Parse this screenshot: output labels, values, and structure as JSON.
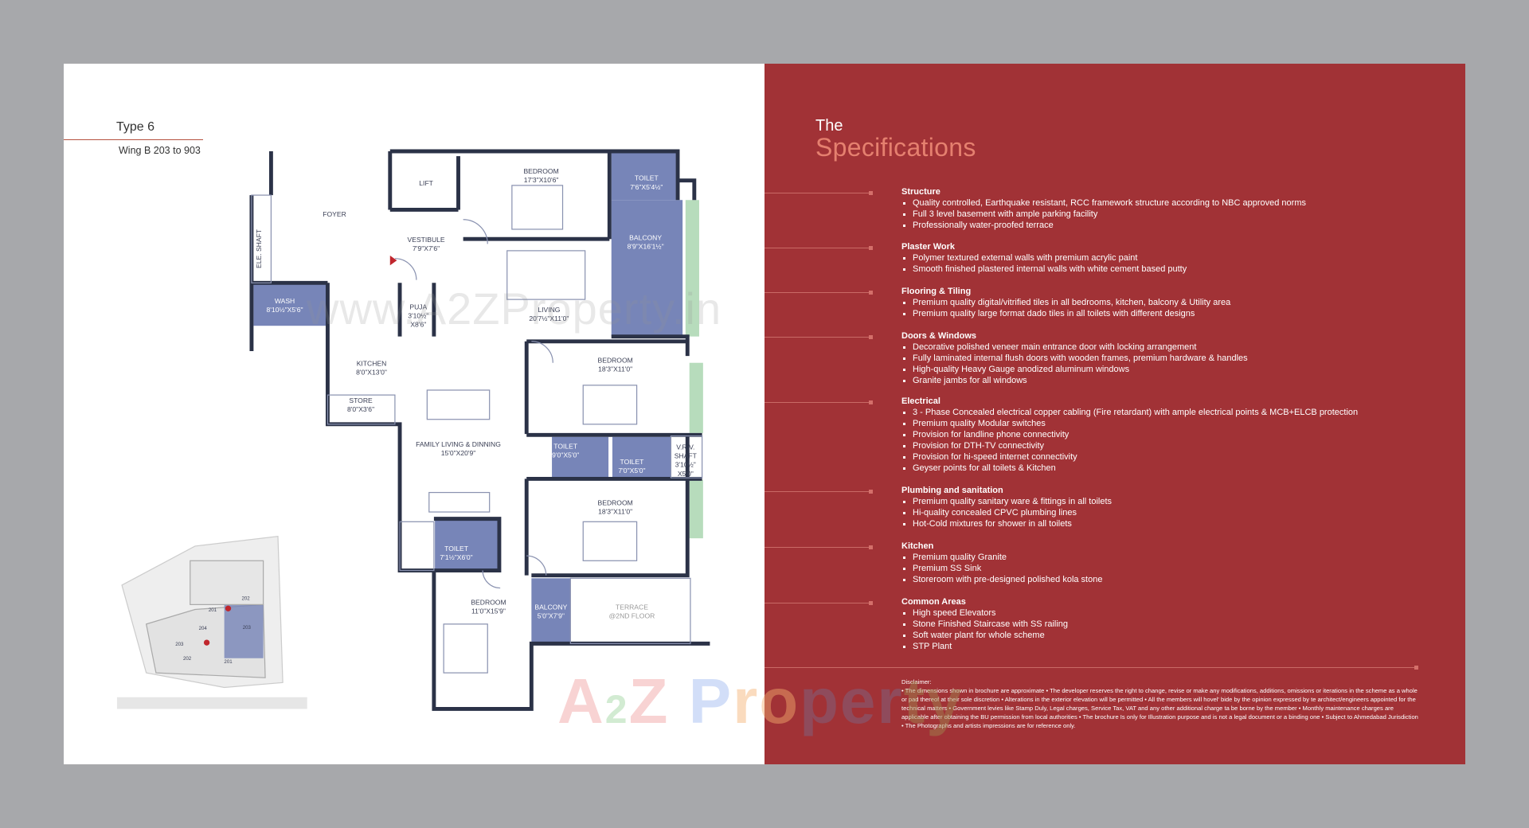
{
  "left_page": {
    "type_title": "Type 6",
    "wing": "Wing B 203 to 903",
    "rooms": {
      "foyer": {
        "name": "FOYER"
      },
      "ele_shaft": {
        "name": "ELE. SHAFT"
      },
      "lift": {
        "name": "LIFT"
      },
      "vestibule": {
        "name": "VESTIBULE",
        "size": "7'9\"X7'6\""
      },
      "bedroom_top": {
        "name": "BEDROOM",
        "size": "17'3\"X10'6\""
      },
      "toilet_top": {
        "name": "TOILET",
        "size": "7'6\"X5'4½\""
      },
      "balcony_main": {
        "name": "BALCONY",
        "size": "8'9\"X16'1½\""
      },
      "wash": {
        "name": "WASH",
        "size": "8'10½\"X5'6\""
      },
      "puja": {
        "name": "PUJA",
        "size": "3'10½\"",
        "size2": "X8'6\""
      },
      "living": {
        "name": "LIVING",
        "size": "20'7½\"X11'0\""
      },
      "kitchen": {
        "name": "KITCHEN",
        "size": "8'0\"X13'0\""
      },
      "store": {
        "name": "STORE",
        "size": "8'0\"X3'6\""
      },
      "family": {
        "name": "FAMILY LIVING & DINNING",
        "size": "15'0\"X20'9\""
      },
      "bedroom_mid": {
        "name": "BEDROOM",
        "size": "18'3\"X11'0\""
      },
      "toilet_a": {
        "name": "TOILET",
        "size": "9'0\"X5'0\""
      },
      "toilet_b": {
        "name": "TOILET",
        "size": "7'0\"X5'0\""
      },
      "vrv": {
        "name": "V.R.V.",
        "name2": "SHAFT",
        "size": "3'10½\"",
        "size2": "X5'0\""
      },
      "bedroom_low": {
        "name": "BEDROOM",
        "size": "18'3\"X11'0\""
      },
      "toilet_c": {
        "name": "TOILET",
        "size": "7'1½\"X6'0\""
      },
      "bedroom_bottom": {
        "name": "BEDROOM",
        "size": "11'0\"X15'9\""
      },
      "balcony_small": {
        "name": "BALCONY",
        "size": "5'0\"X7'9\""
      },
      "terrace": {
        "name": "TERRACE",
        "size": "@2ND FLOOR"
      }
    },
    "key_plan_units": [
      "201",
      "202",
      "203",
      "204",
      "201",
      "202",
      "203"
    ],
    "watermark": "www.A2ZProperty.in"
  },
  "right_page": {
    "heading_small": "The",
    "heading_large": "Specifications",
    "sections": [
      {
        "title": "Structure",
        "items": [
          "Quality controlled, Earthquake resistant, RCC framework structure according to NBC approved norms",
          "Full 3 level basement with ample parking facility",
          "Professionally water-proofed terrace"
        ]
      },
      {
        "title": "Plaster Work",
        "items": [
          "Polymer textured external walls with premium acrylic paint",
          "Smooth finished plastered internal walls with white cement based putty"
        ]
      },
      {
        "title": "Flooring & Tiling",
        "items": [
          "Premium quality digital/vitrified tiles in all bedrooms, kitchen, balcony & Utility area",
          "Premium quality large format dado tiles in all toilets with different designs"
        ]
      },
      {
        "title": "Doors & Windows",
        "items": [
          "Decorative polished veneer main entrance door with locking arrangement",
          "Fully laminated internal flush doors with wooden frames, premium hardware & handles",
          "High-quality Heavy Gauge anodized aluminum windows",
          "Granite jambs for all windows"
        ]
      },
      {
        "title": "Electrical",
        "items": [
          "3 - Phase Concealed electrical copper cabling (Fire retardant) with ample electrical points & MCB+ELCB protection",
          "Premium quality Modular switches",
          "Provision for landline phone connectivity",
          "Provision for DTH-TV connectivity",
          "Provision for hi-speed internet connectivity",
          "Geyser points for all toilets & Kitchen"
        ]
      },
      {
        "title": "Plumbing and sanitation",
        "items": [
          "Premium quality sanitary ware & fittings in all toilets",
          "Hi-quality concealed CPVC plumbing lines",
          "Hot-Cold mixtures for shower in all toilets"
        ]
      },
      {
        "title": "Kitchen",
        "items": [
          "Premium quality Granite",
          "Premium SS Sink",
          "Storeroom with pre-designed polished kola stone"
        ]
      },
      {
        "title": "Common Areas",
        "items": [
          "High speed Elevators",
          "Stone Finished Staircase with SS railing",
          "Soft water plant for whole scheme",
          "STP Plant"
        ]
      }
    ],
    "disclaimer_title": "Disclaimer:",
    "disclaimer_text": "• The dimensions shown in brochure are approximate • The developer reserves the right to change, revise or make any modifications, additions, omissions or iterations in the scheme as a whole or pad thereof at their sole discretion • Alterations in the exterior elevation will be permitted • All the members will hovel' bide by the opinion expressed by te architect/engineers appointed for the technical matters • Government levies like Stamp Duly, Legal charges, Service Tax, VAT and any other additional charge ta be borne by the member • Monthly maintenance charges are applicable after obtaining the BU permission from local authorities • The brochure Is only for Illustration purpose and is not a legal document or a binding one • Subject to Ahmedabad Jurisdiction • The Photographs and artists impressions are for reference only."
  },
  "logo_text": "A2Z Property",
  "colors": {
    "background": "#a7a8ab",
    "spec_panel": "#a13236",
    "accent": "#e5806f",
    "wall": "#2b3247",
    "wet_area": "#7785b8",
    "planter": "#b7dcbc"
  }
}
